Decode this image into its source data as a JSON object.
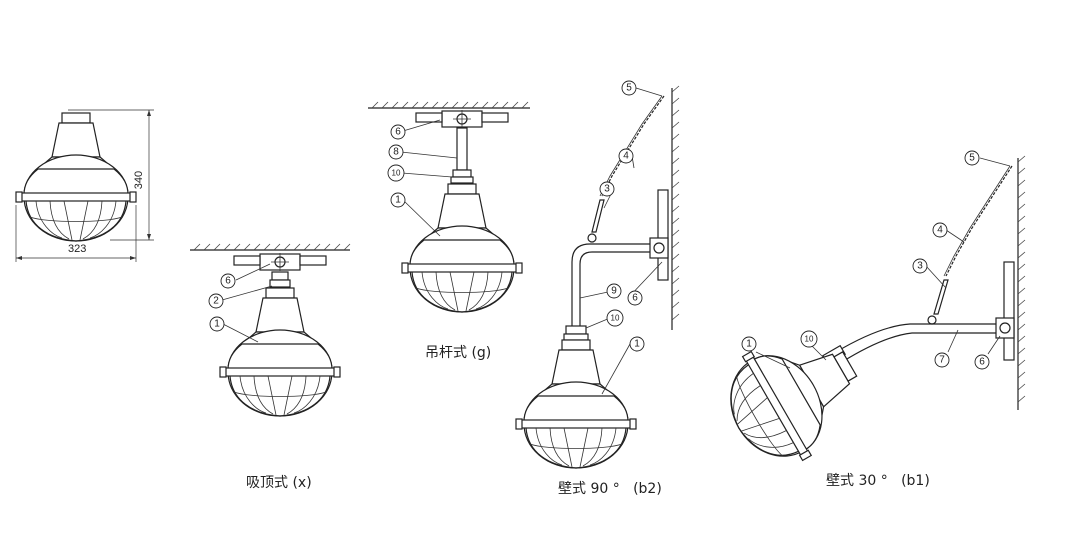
{
  "captions": {
    "ceiling": "吸顶式 (x)",
    "pendant": "吊杆式 (g)",
    "wall90": "壁式 90 °   (b2)",
    "wall30": "壁式 30 °   (b1)"
  },
  "dimensions": {
    "width": "323",
    "height": "340"
  },
  "callouts": {
    "c1": "1",
    "c2": "2",
    "c3": "3",
    "c4": "4",
    "c5": "5",
    "c6": "6",
    "c7": "7",
    "c8": "8",
    "c9": "9",
    "c10": "10"
  }
}
